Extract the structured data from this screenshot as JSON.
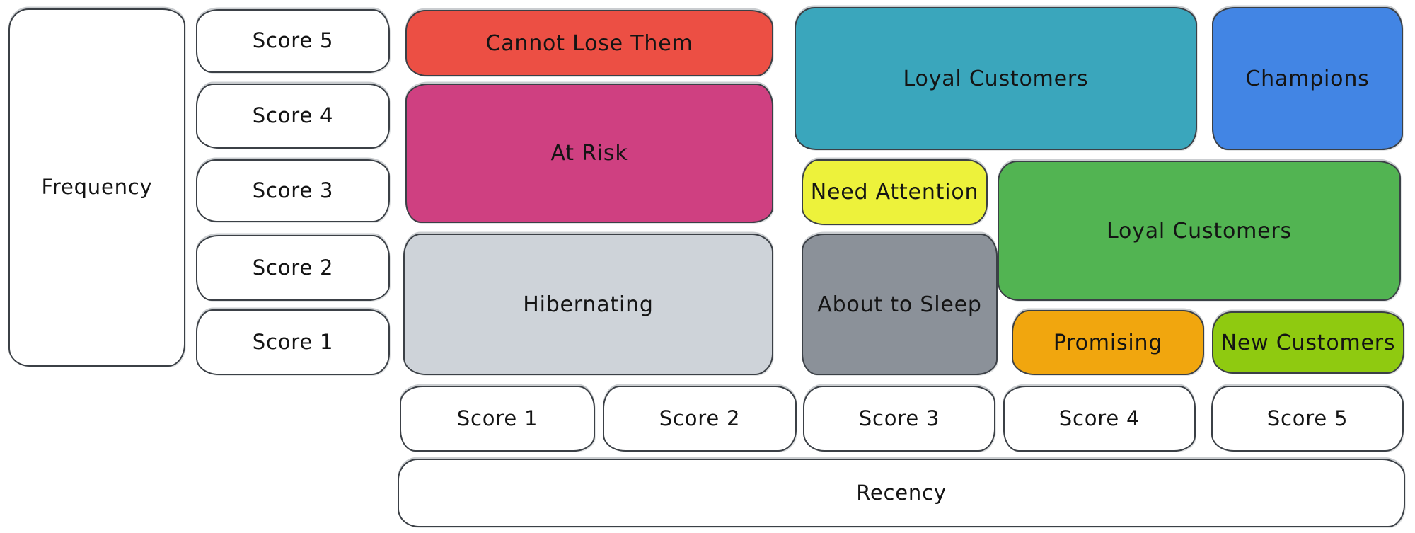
{
  "diagram": {
    "kind": "RFM customer segmentation grid"
  },
  "y_axis": {
    "label": "Frequency",
    "scores": [
      "Score 5",
      "Score 4",
      "Score 3",
      "Score 2",
      "Score 1"
    ]
  },
  "x_axis": {
    "label": "Recency",
    "scores": [
      "Score 1",
      "Score 2",
      "Score 3",
      "Score 4",
      "Score 5"
    ]
  },
  "segments": [
    {
      "key": "cannot_lose_them",
      "label": "Cannot Lose Them",
      "color": "#ec4f44",
      "recency_scores": [
        1,
        2
      ],
      "frequency_scores": [
        5
      ]
    },
    {
      "key": "at_risk",
      "label": "At Risk",
      "color": "#cf4081",
      "recency_scores": [
        1,
        2
      ],
      "frequency_scores": [
        3,
        4
      ]
    },
    {
      "key": "hibernating",
      "label": "Hibernating",
      "color": "#ced3d9",
      "recency_scores": [
        1,
        2
      ],
      "frequency_scores": [
        1,
        2
      ]
    },
    {
      "key": "loyal_customers_upper",
      "label": "Loyal Customers",
      "color": "#3aa6bc",
      "recency_scores": [
        3,
        4
      ],
      "frequency_scores": [
        4,
        5
      ]
    },
    {
      "key": "champions",
      "label": "Champions",
      "color": "#4285e4",
      "recency_scores": [
        5
      ],
      "frequency_scores": [
        4,
        5
      ]
    },
    {
      "key": "need_attention",
      "label": "Need Attention",
      "color": "#edf23b",
      "recency_scores": [
        3
      ],
      "frequency_scores": [
        3
      ]
    },
    {
      "key": "loyal_customers_lower",
      "label": "Loyal Customers",
      "color": "#52b452",
      "recency_scores": [
        4,
        5
      ],
      "frequency_scores": [
        2,
        3
      ]
    },
    {
      "key": "about_to_sleep",
      "label": "About to Sleep",
      "color": "#8b9199",
      "recency_scores": [
        3
      ],
      "frequency_scores": [
        1,
        2
      ]
    },
    {
      "key": "promising",
      "label": "Promising",
      "color": "#f1a60e",
      "recency_scores": [
        4
      ],
      "frequency_scores": [
        1
      ]
    },
    {
      "key": "new_customers",
      "label": "New Customers",
      "color": "#8fca10",
      "recency_scores": [
        5
      ],
      "frequency_scores": [
        1
      ]
    }
  ]
}
